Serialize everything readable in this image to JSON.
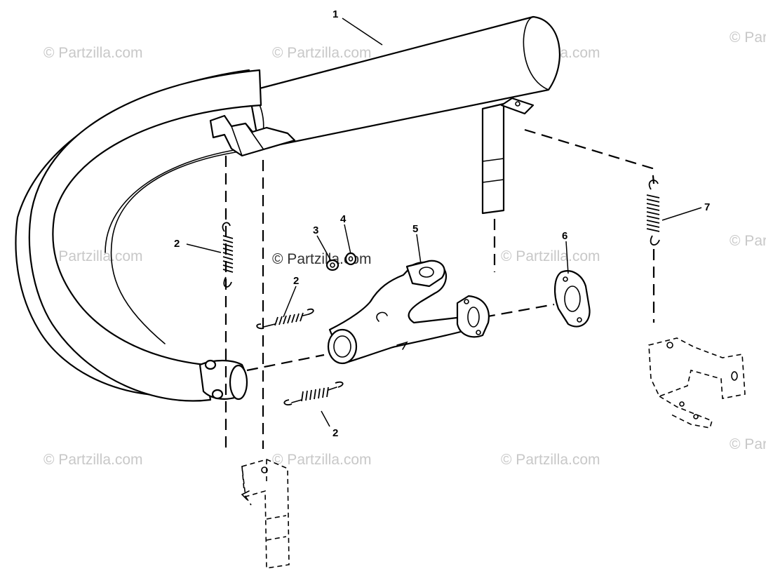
{
  "watermark": {
    "text": "© Partzilla.com"
  },
  "callouts": {
    "c1": "1",
    "c2a": "2",
    "c2b": "2",
    "c2c": "2",
    "c3": "3",
    "c4": "4",
    "c5": "5",
    "c6": "6",
    "c7": "7"
  },
  "colors": {
    "line": "#000000",
    "watermark": "#c8c8c8",
    "background": "#ffffff"
  }
}
